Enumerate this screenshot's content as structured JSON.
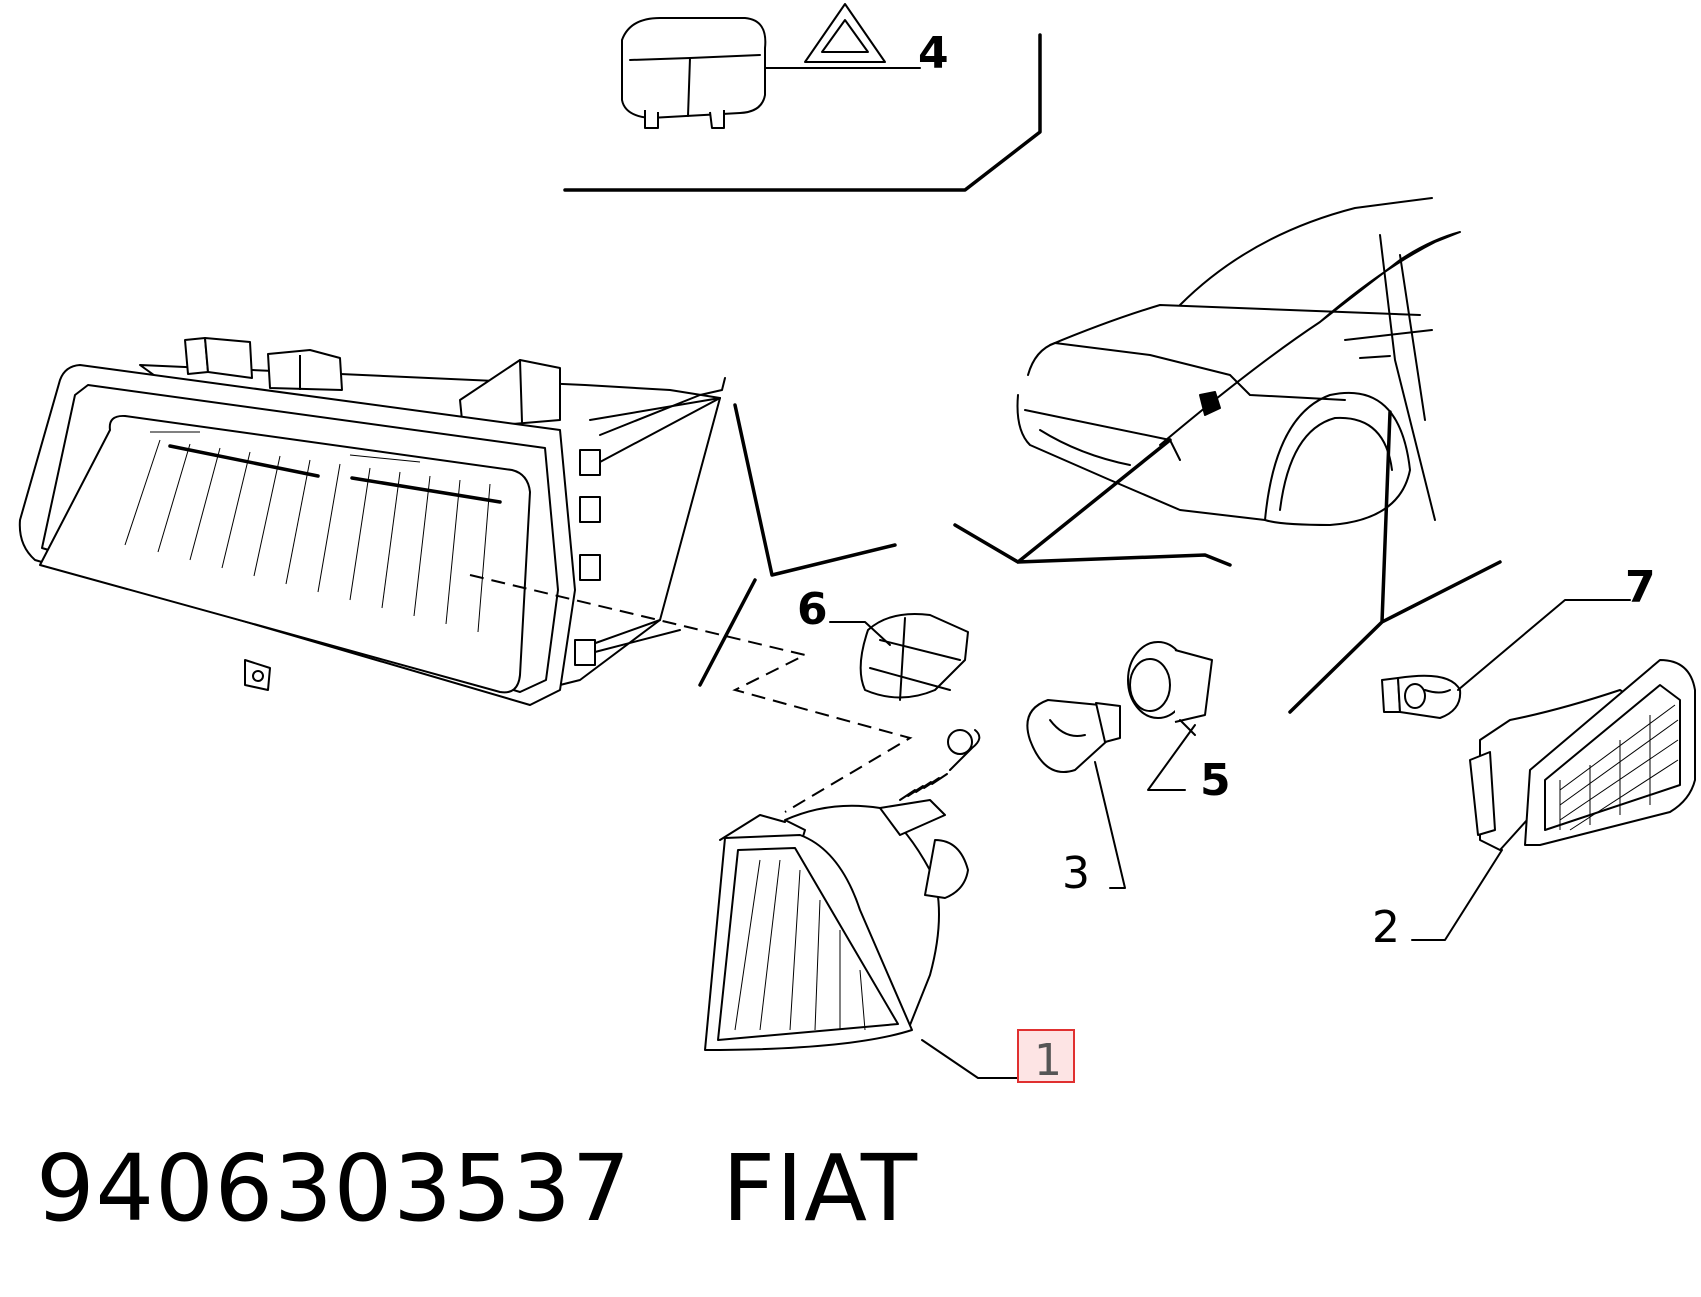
{
  "callouts": {
    "c1": "1",
    "c2": "2",
    "c3": "3",
    "c4": "4",
    "c5": "5",
    "c6": "6",
    "c7": "7"
  },
  "caption": {
    "part_number": "9406303537",
    "brand": "FIAT"
  },
  "highlight_color": "#e03030"
}
